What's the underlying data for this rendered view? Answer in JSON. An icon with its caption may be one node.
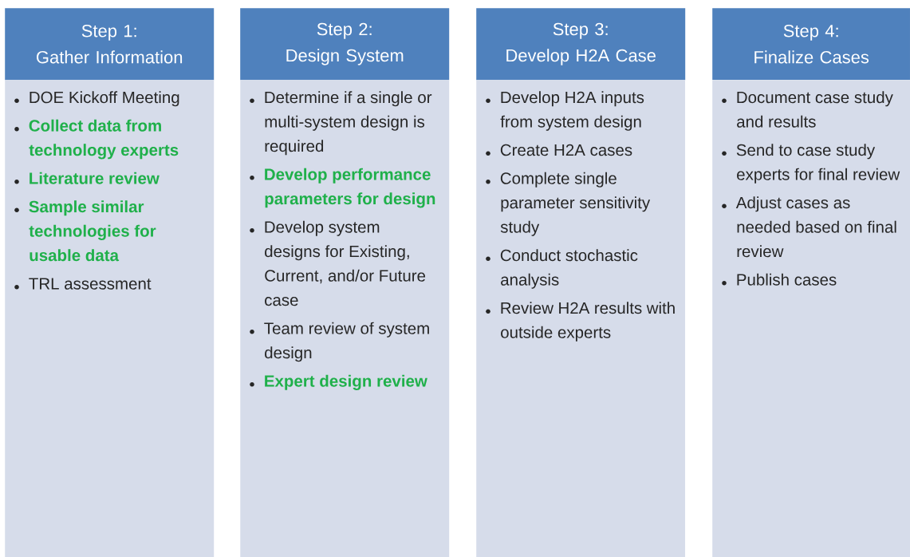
{
  "diagram": {
    "nodes": [
      {
        "text": [
          "Step 1:",
          "Gather Information"
        ]
      },
      {
        "text": [
          "DOE Kickoff Meeting",
          "**Collect data from technology experts**",
          "**Literature review**",
          "**Sample similar technologies for usable data**",
          "TRL assessment"
        ]
      },
      {
        "text": [
          "Step 2:",
          "Design System"
        ]
      },
      {
        "text": [
          "Determine if a single or multi-system design is required",
          "**Develop performance parameters for design**",
          "Develop system designs for Existing, Current, and/or Future case",
          "Team review of system design",
          "**Expert design review**"
        ]
      },
      {
        "text": [
          "Step 3:",
          "Develop H2A Case"
        ]
      },
      {
        "text": [
          "Develop H2A inputs from system design",
          "Create H2A cases",
          "Complete single parameter sensitivity study",
          "Conduct stochastic analysis",
          "Review H2A results with outside experts"
        ]
      },
      {
        "text": [
          "Step 4:",
          "Finalize Cases"
        ]
      },
      {
        "text": [
          "Document case study and results",
          "Send to case study experts for final review",
          "Adjust cases as needed based on final review",
          "Publish cases"
        ]
      }
    ]
  }
}
